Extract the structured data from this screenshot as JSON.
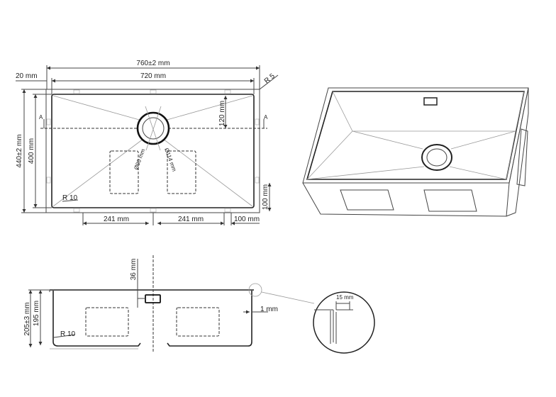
{
  "top_view": {
    "overall_width": "760±2 mm",
    "inner_width": "720 mm",
    "rim": "20 mm",
    "corner_radius_outer": "R 5",
    "overall_depth": "440±2 mm",
    "inner_depth": "400 mm",
    "drain_offset": "120 mm",
    "drain_inner_diameter": "Ø90 mm",
    "drain_outer_diameter": "Ø114 mm",
    "corner_radius_inner": "R 10",
    "section_mark_left": "A",
    "section_mark_right": "A",
    "side_offset": "100 mm",
    "bottom_left_span": "241 mm",
    "bottom_right_span": "241 mm",
    "bottom_edge_offset": "100 mm"
  },
  "section_view": {
    "overall_height": "205±3 mm",
    "inner_height": "195 mm",
    "overflow_offset": "36 mm",
    "wall_thickness": "1 mm",
    "corner_radius": "R 10",
    "detail_flange": "15 mm"
  }
}
